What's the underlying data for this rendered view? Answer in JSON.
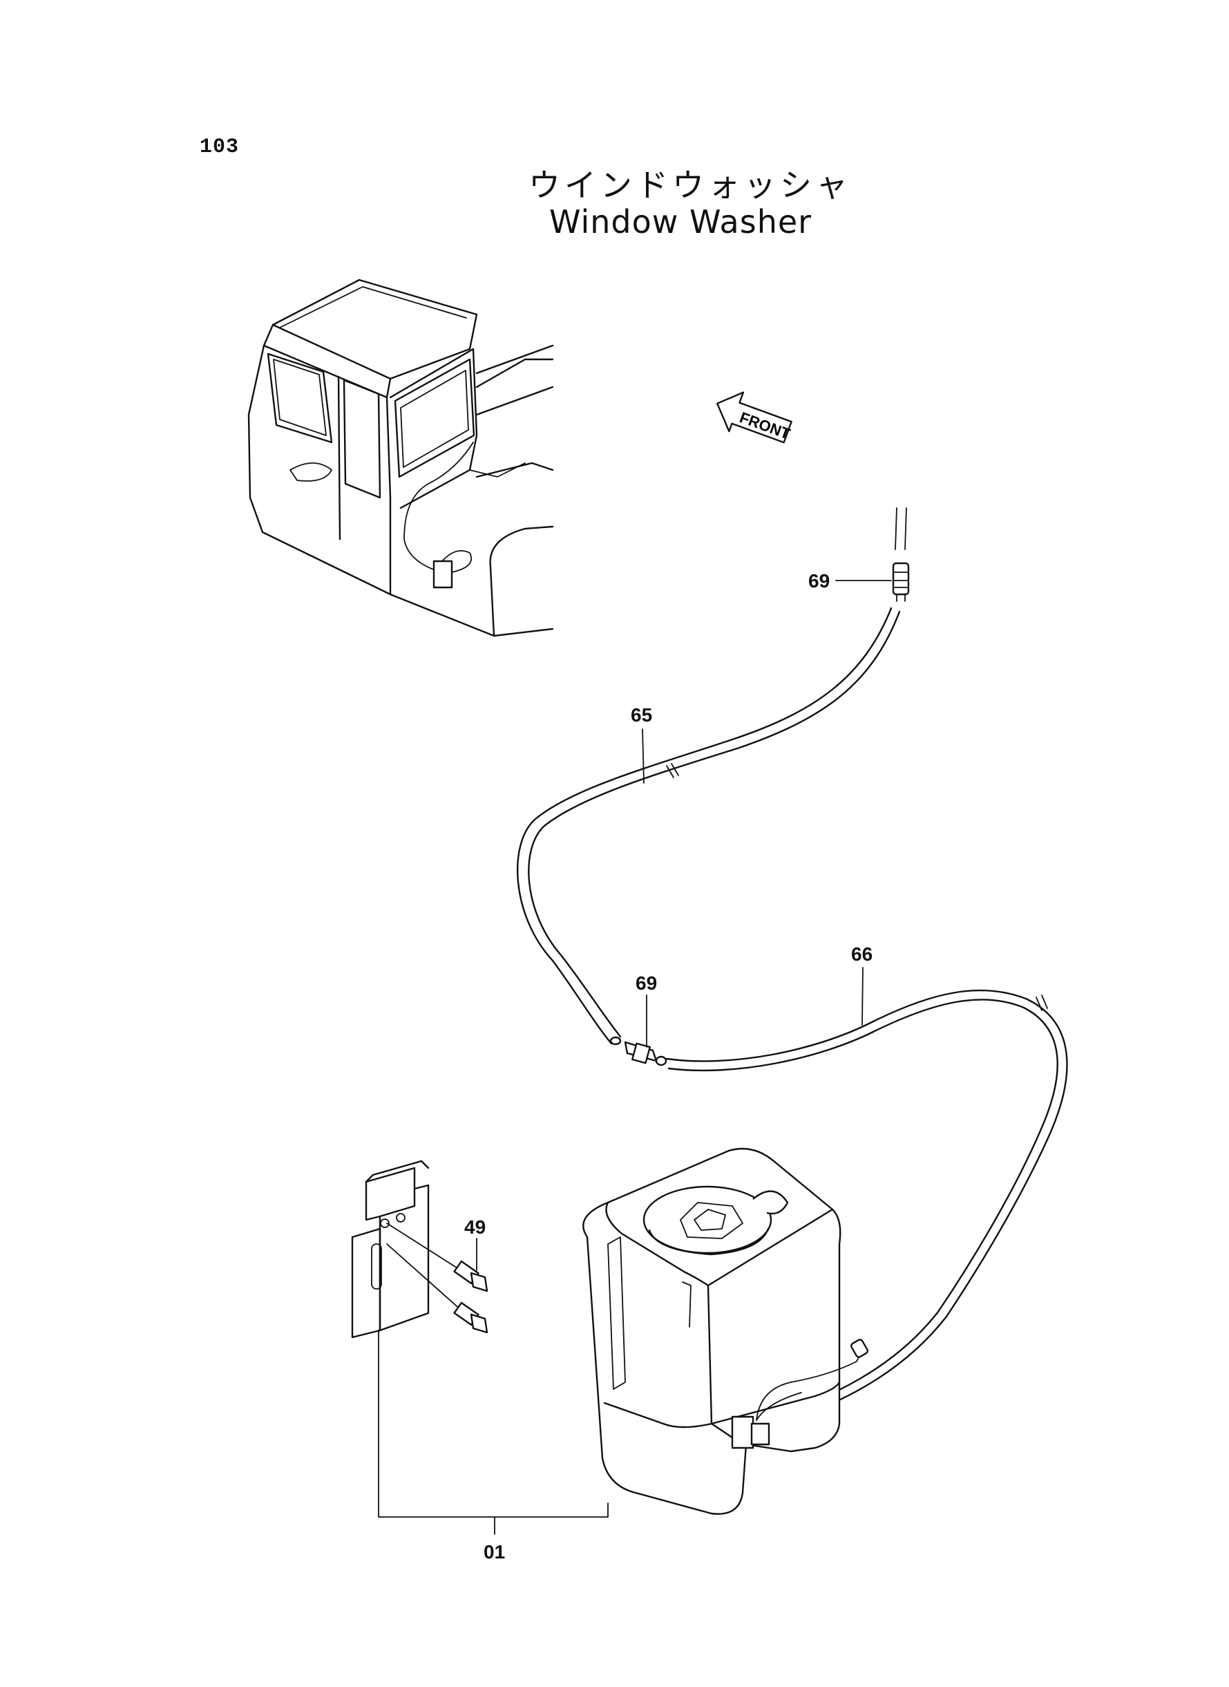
{
  "page_number": "103",
  "title_jp": "ウインドウォッシャ",
  "title_en": "Window Washer",
  "direction_marker": "FRONT",
  "callouts": {
    "c69_top": "69",
    "c65": "65",
    "c69_mid": "69",
    "c66": "66",
    "c49": "49",
    "c01": "01"
  }
}
